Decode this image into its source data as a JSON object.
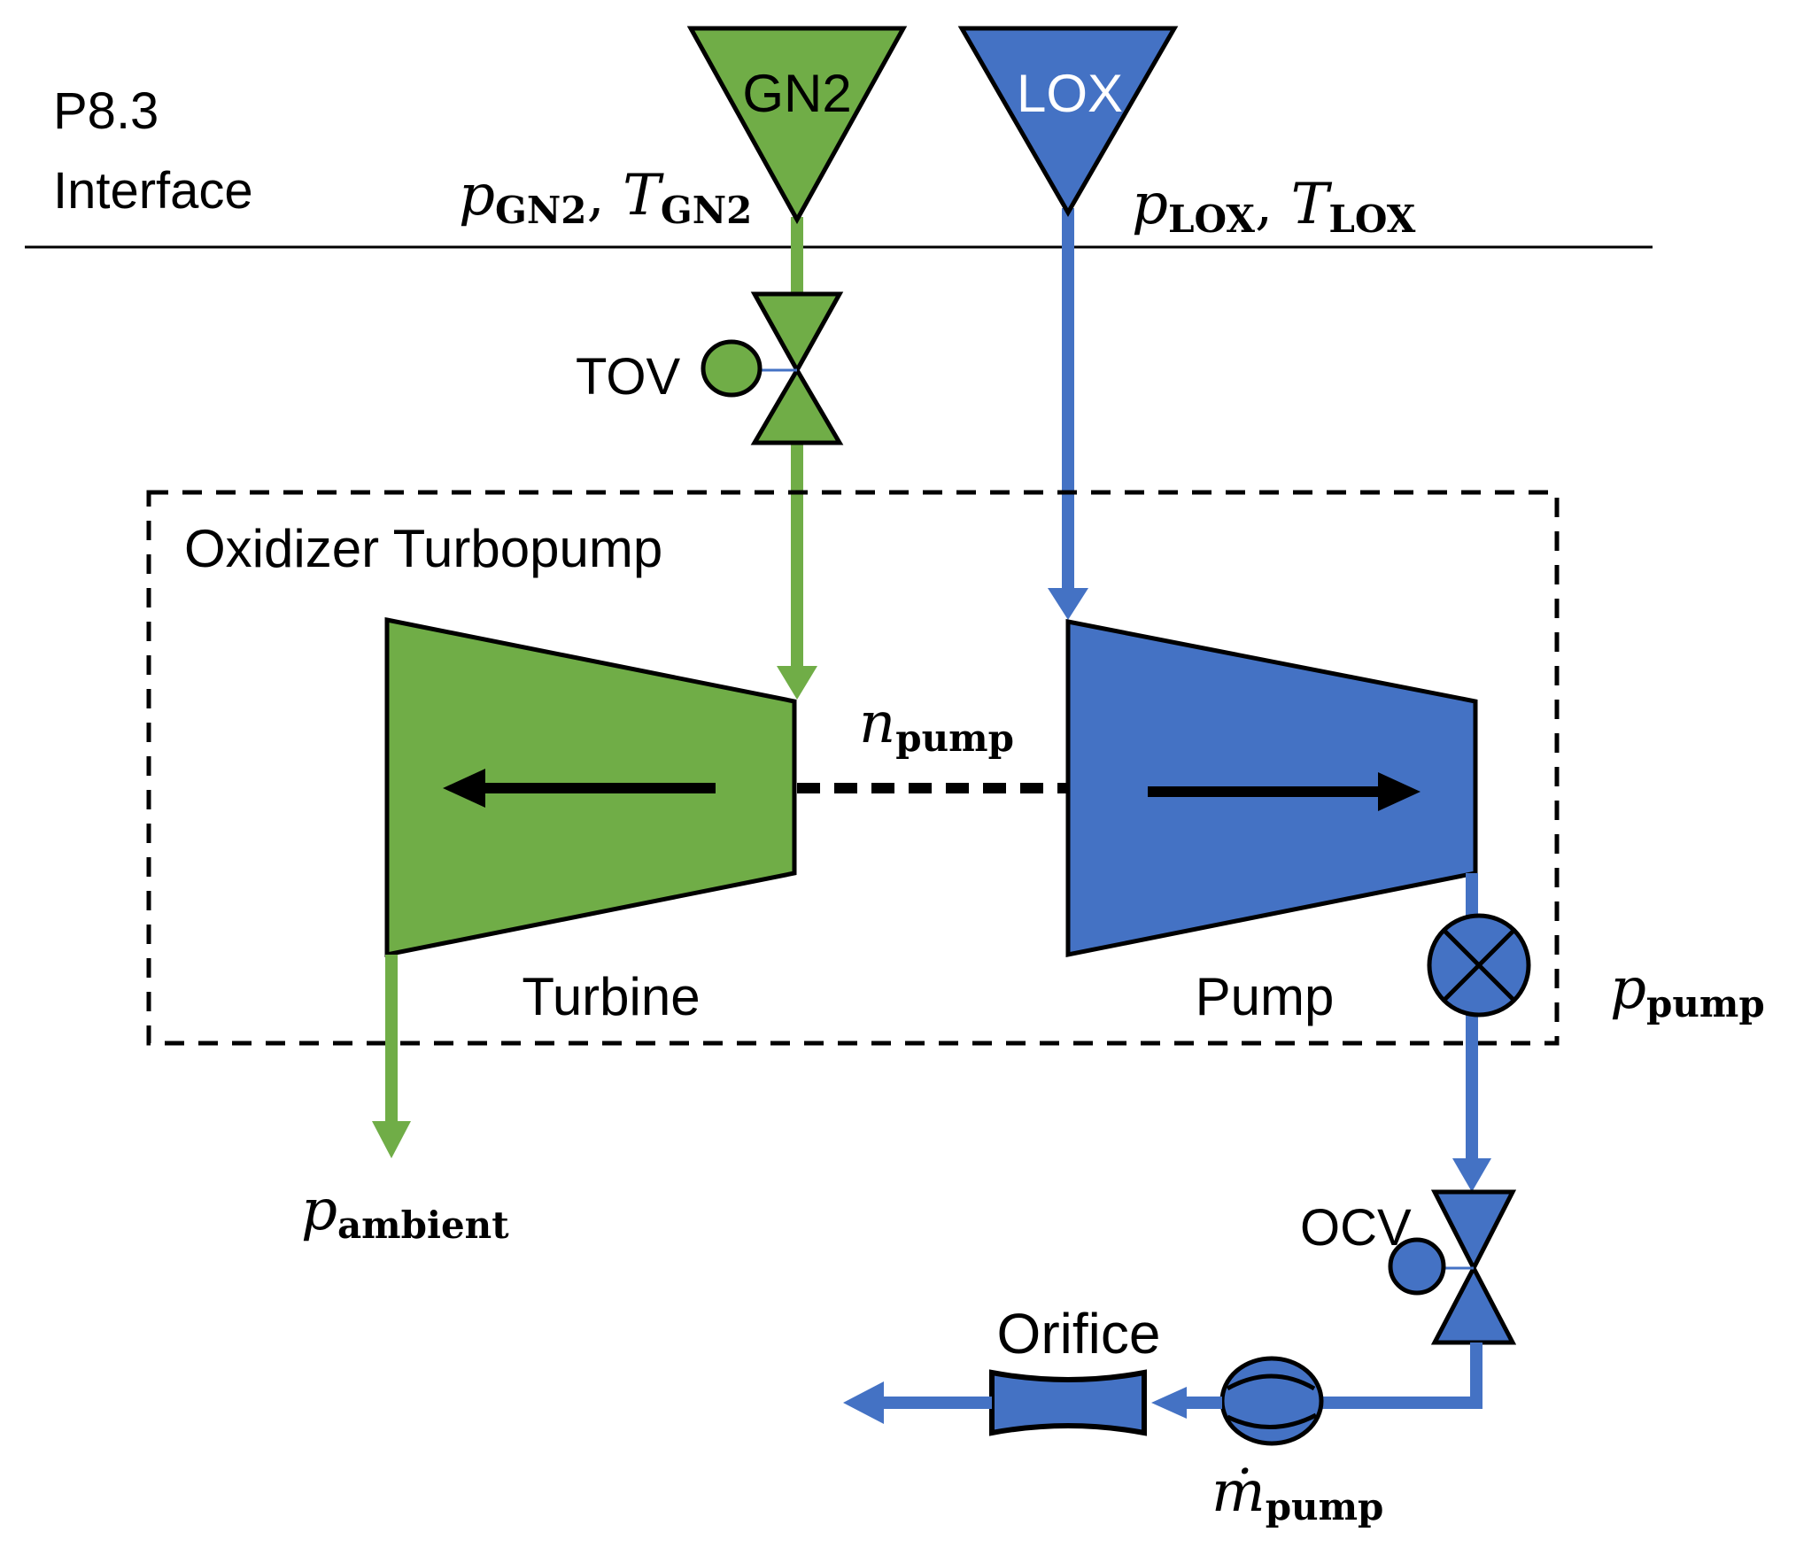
{
  "header": {
    "title_line1": "P8.3",
    "title_line2": "Interface"
  },
  "sources": {
    "gn2": {
      "label": "GN2",
      "p_symbol": "p",
      "p_sub": "GN2",
      "t_symbol": "T",
      "t_sub": "GN2"
    },
    "lox": {
      "label": "LOX",
      "p_symbol": "p",
      "p_sub": "LOX",
      "t_symbol": "T",
      "t_sub": "LOX"
    }
  },
  "valves": {
    "tov": {
      "label": "TOV"
    },
    "ocv": {
      "label": "OCV"
    }
  },
  "turbopump": {
    "title": "Oxidizer Turbopump",
    "turbine_label": "Turbine",
    "pump_label": "Pump",
    "speed_symbol": "n",
    "speed_sub": "pump"
  },
  "measurements": {
    "p_pump_symbol": "p",
    "p_pump_sub": "pump",
    "p_ambient_symbol": "p",
    "p_ambient_sub": "ambient",
    "mdot_symbol": "ṁ",
    "mdot_sub": "pump"
  },
  "orifice": {
    "label": "Orifice"
  },
  "colors": {
    "gn2": "#70ad47",
    "lox": "#4472c4",
    "outline": "#000000",
    "background": "#ffffff"
  }
}
